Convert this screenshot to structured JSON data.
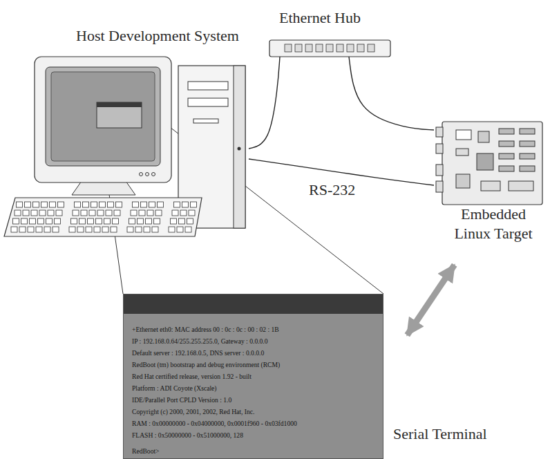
{
  "diagram": {
    "nodes": [
      {
        "text": [
          "Host Development System"
        ]
      },
      {
        "text": [
          "Ethernet Hub"
        ]
      },
      {
        "text": [
          "Embedded Linux Target"
        ]
      },
      {
        "text": [
          "+Ethernet eth0: MAC address 00 : 0c : 0c : 00 : 02 : 1B",
          "IP : 192.168.0.64/255.255.255.0, Gateway : 0.0.0.0",
          "Default server : 192.168.0.5, DNS server : 0.0.0.0",
          "RedBoot (tm) bootstrap and debug environment (RCM)",
          "Red Hat certified release, version 1.92 - built",
          "Platform : ADI Coyote (Xscale)",
          "IDE/Parallel Port CPLD Version : 1.0",
          "Copyright (c) 2000, 2001, 2002, Red Hat, Inc.",
          "RAM : 0x00000000 - 0x04000000, 0x0001f960 - 0x03fd1000",
          "FLASH : 0x50000000 - 0x51000000, 128",
          "RedBoot>",
          "Serial Terminal"
        ]
      }
    ],
    "edges": [
      {
        "from": 0,
        "to": 1,
        "arrow": "none"
      },
      {
        "from": 1,
        "to": 2,
        "arrow": "none"
      },
      {
        "from": 0,
        "to": 2,
        "label": "RS-232",
        "arrow": "none"
      },
      {
        "from": 3,
        "to": 2,
        "arrow": "both"
      }
    ]
  }
}
